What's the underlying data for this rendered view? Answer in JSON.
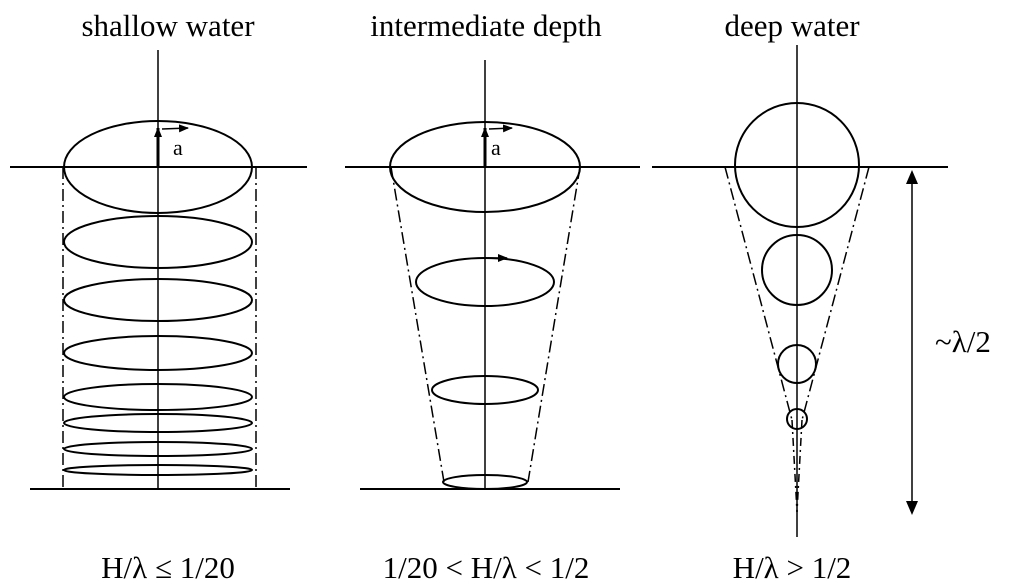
{
  "panels": [
    {
      "id": "shallow",
      "title": "shallow water",
      "condition": "H/λ ≤ 1/20"
    },
    {
      "id": "intermediate",
      "title": "intermediate depth",
      "condition": "1/20 < H/λ < 1/2"
    },
    {
      "id": "deep",
      "title": "deep water",
      "condition": "H/λ > 1/2"
    }
  ],
  "amplitude_label": "a",
  "depth_label": "~λ/2",
  "colors": {
    "ink": "#000000",
    "background": "#ffffff"
  }
}
